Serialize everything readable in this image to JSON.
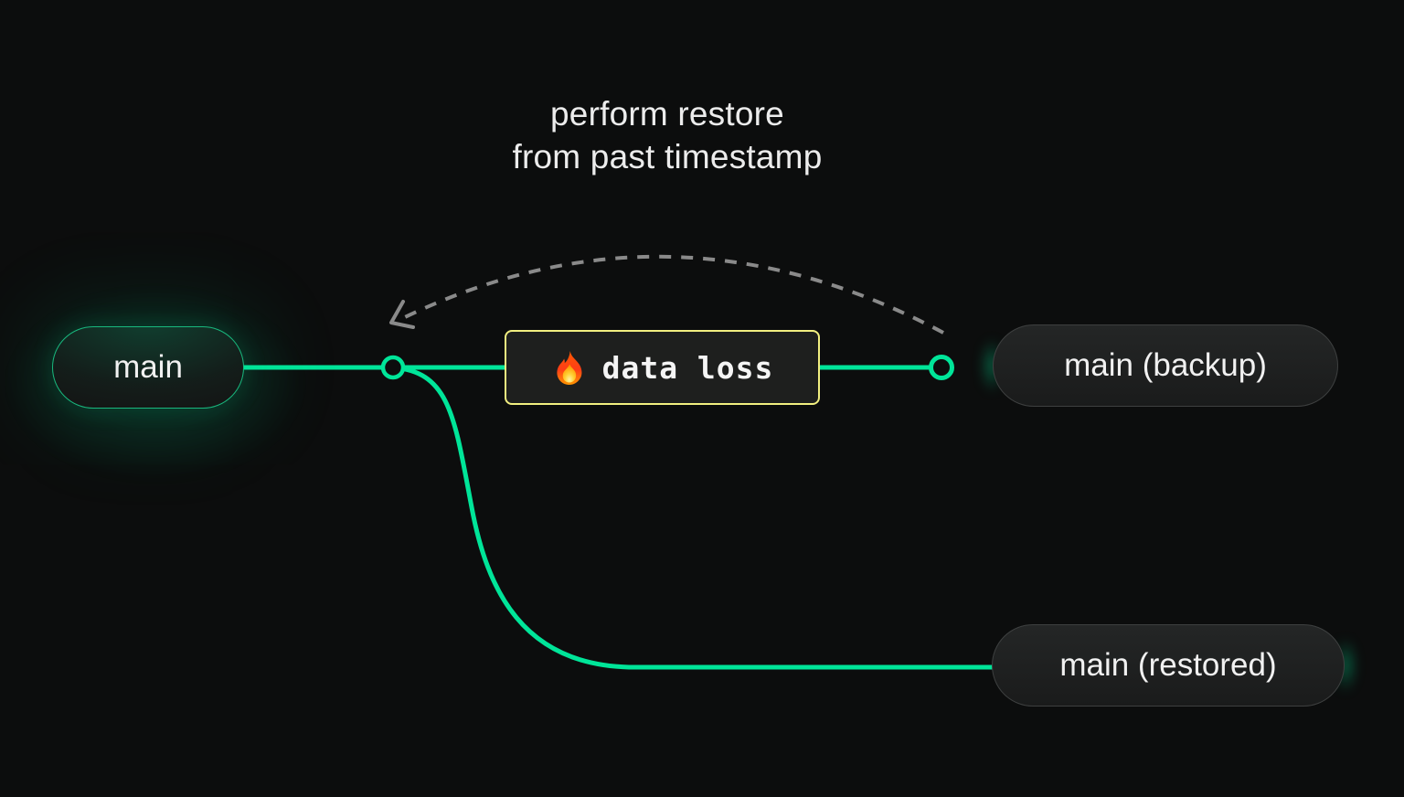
{
  "background_color": "#0c0d0d",
  "caption": {
    "line1": "perform restore",
    "line2": "from past timestamp"
  },
  "nodes": {
    "main": {
      "label": "main"
    },
    "data_loss": {
      "label": "data loss",
      "icon": "fire-icon"
    },
    "backup": {
      "label": "main (backup)"
    },
    "restored": {
      "label": "main (restored)"
    }
  },
  "colors": {
    "branch_green": "#00e599",
    "warning_yellow": "#f2ef80",
    "dashed_gray": "#8a8a8a",
    "pill_border_gray": "#3e4040",
    "text": "#f1f1f1"
  }
}
